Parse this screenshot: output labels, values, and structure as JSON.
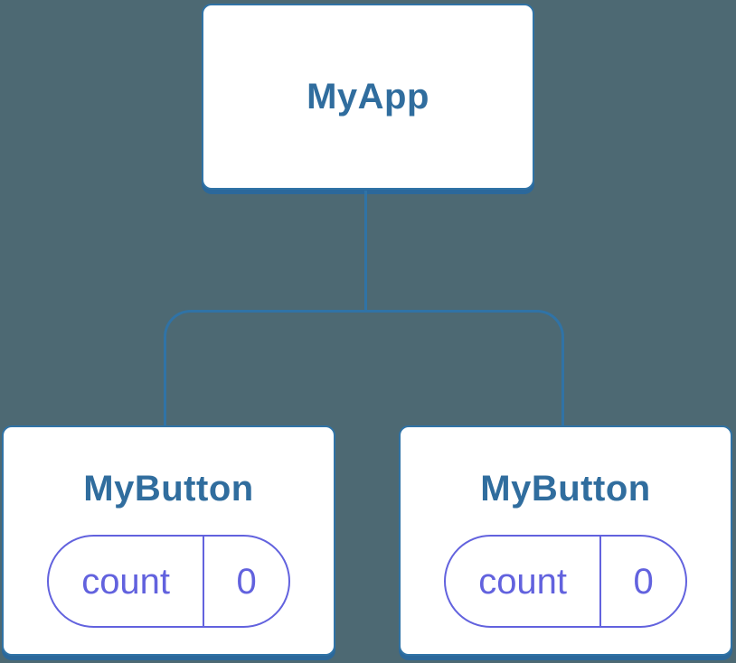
{
  "diagram": {
    "kind": "component-tree",
    "colors": {
      "background": "#4d6973",
      "node_background": "#ffffff",
      "node_border_blue": "#3073a6",
      "node_shadow_blue": "#2b689b",
      "node_text_blue": "#306d9e",
      "state_indigo": "#6262de"
    },
    "tree": {
      "root": {
        "label": "MyApp"
      },
      "children": [
        {
          "label": "MyButton",
          "state_pill": {
            "name": "count",
            "value": "0"
          }
        },
        {
          "label": "MyButton",
          "state_pill": {
            "name": "count",
            "value": "0"
          }
        }
      ]
    }
  }
}
